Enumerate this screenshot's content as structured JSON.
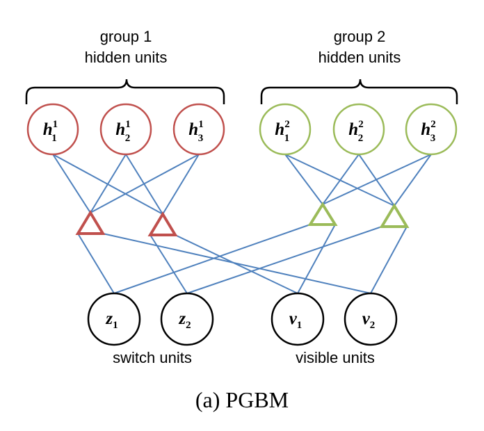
{
  "groups": [
    {
      "line1": "group 1",
      "line2": "hidden units"
    },
    {
      "line1": "group 2",
      "line2": "hidden units"
    }
  ],
  "hidden_units": [
    {
      "base": "h",
      "sup": "1",
      "sub": "1"
    },
    {
      "base": "h",
      "sup": "1",
      "sub": "2"
    },
    {
      "base": "h",
      "sup": "1",
      "sub": "3"
    },
    {
      "base": "h",
      "sup": "2",
      "sub": "1"
    },
    {
      "base": "h",
      "sup": "2",
      "sub": "2"
    },
    {
      "base": "h",
      "sup": "2",
      "sub": "3"
    }
  ],
  "switch_units": [
    {
      "base": "z",
      "sub": "1"
    },
    {
      "base": "z",
      "sub": "2"
    }
  ],
  "visible_units": [
    {
      "base": "v",
      "sub": "1"
    },
    {
      "base": "v",
      "sub": "2"
    }
  ],
  "labels": {
    "switch_units": "switch units",
    "visible_units": "visible units",
    "caption": "(a) PGBM"
  },
  "colors": {
    "group1": "#c0504d",
    "group2": "#9bbb59",
    "edge": "#4f81bd",
    "bottom": "#000000"
  }
}
